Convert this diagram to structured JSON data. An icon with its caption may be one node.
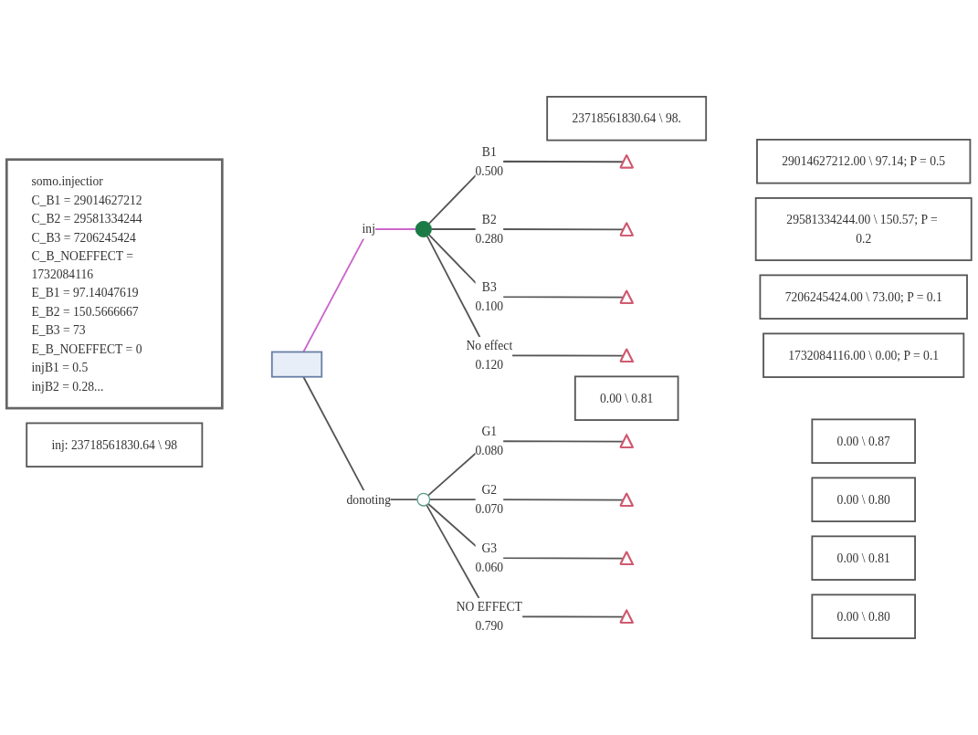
{
  "diagram": {
    "nodes": [
      {
        "text": [
          "somo.injectior",
          "C_B1 = 29014627212",
          "C_B2 = 29581334244",
          "C_B3 = 7206245424",
          "C_B_NOEFFECT = 1732084116",
          "E_B1 = 97.14047619",
          "E_B2 = 150.5666667",
          "E_B3 = 73",
          "E_B_NOEFFECT = 0",
          "injB1 = 0.5",
          "injB2 = 0.28..."
        ]
      },
      {
        "text": [],
        "shape": "box"
      },
      {
        "text": [
          "inj: 23718561830.64 \\ 98"
        ]
      },
      {
        "text": [],
        "shape": "circle"
      },
      {
        "text": [
          "23718561830.64 \\ 98."
        ]
      },
      {
        "text": [],
        "shape": "triangle"
      },
      {
        "text": [],
        "shape": "triangle"
      },
      {
        "text": [],
        "shape": "triangle"
      },
      {
        "text": [],
        "shape": "triangle"
      },
      {
        "text": [
          "29014627212.00 \\ 97.14; P = 0.5"
        ]
      },
      {
        "text": [
          "29581334244.00 \\ 150.57; P = 0.2"
        ]
      },
      {
        "text": [
          "7206245424.00 \\ 73.00; P = 0.1"
        ]
      },
      {
        "text": [
          "1732084116.00 \\ 0.00; P = 0.1"
        ]
      },
      {
        "text": [],
        "shape": "circle"
      },
      {
        "text": [
          "0.00 \\ 0.81"
        ]
      },
      {
        "text": [],
        "shape": "triangle"
      },
      {
        "text": [],
        "shape": "triangle"
      },
      {
        "text": [],
        "shape": "triangle"
      },
      {
        "text": [],
        "shape": "triangle"
      },
      {
        "text": [
          "0.00 \\ 0.87"
        ]
      },
      {
        "text": [
          "0.00 \\ 0.80"
        ]
      },
      {
        "text": [
          "0.00 \\ 0.81"
        ]
      },
      {
        "text": [
          "0.00 \\ 0.80"
        ]
      }
    ],
    "edges": [
      {
        "from": 1,
        "to": 3,
        "arrow": "none",
        "label": "inj",
        "color": "#cc66cc"
      },
      {
        "from": 1,
        "to": 13,
        "arrow": "none",
        "label": "donoting"
      },
      {
        "from": 3,
        "to": 5,
        "arrow": "none",
        "label": "B1 0.500"
      },
      {
        "from": 3,
        "to": 6,
        "arrow": "none",
        "label": "B2 0.280"
      },
      {
        "from": 3,
        "to": 7,
        "arrow": "none",
        "label": "B3 0.100"
      },
      {
        "from": 3,
        "to": 8,
        "arrow": "none",
        "label": "No effect 0.120"
      },
      {
        "from": 13,
        "to": 15,
        "arrow": "none",
        "label": "G1 0.080"
      },
      {
        "from": 13,
        "to": 16,
        "arrow": "none",
        "label": "G2 0.070"
      },
      {
        "from": 13,
        "to": 17,
        "arrow": "none",
        "label": "G3 0.060"
      },
      {
        "from": 13,
        "to": 18,
        "arrow": "none",
        "label": "NO EFFECT 0.790"
      }
    ]
  }
}
